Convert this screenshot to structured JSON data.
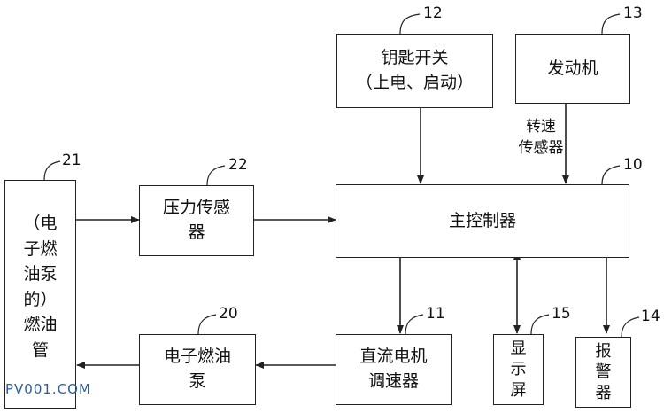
{
  "blocks": {
    "main_controller": {
      "ref": "10",
      "label": "主控制器"
    },
    "dc_motor_governor": {
      "ref": "11",
      "lines": [
        "直流电机",
        "调速器"
      ]
    },
    "key_switch": {
      "ref": "12",
      "lines": [
        "钥匙开关",
        "（上电、启动）"
      ]
    },
    "engine": {
      "ref": "13",
      "label": "发动机"
    },
    "alarm": {
      "ref": "14",
      "lines": [
        "报",
        "警",
        "器"
      ]
    },
    "display": {
      "ref": "15",
      "lines": [
        "显",
        "示",
        "屏"
      ]
    },
    "electronic_fuel_pump": {
      "ref": "20",
      "lines": [
        "电子燃油",
        "泵"
      ]
    },
    "fuel_pipe": {
      "ref": "21",
      "lines": [
        "（电",
        "子燃",
        "油泵",
        "的）",
        "燃油",
        "管"
      ]
    },
    "pressure_sensor": {
      "ref": "22",
      "lines": [
        "压力传感",
        "器"
      ]
    }
  },
  "labels": {
    "speed_sensor": [
      "转速",
      "传感器"
    ]
  },
  "watermark": "PV001.COM",
  "colors": {
    "line": "#222222",
    "watermark": "#2a5d9f"
  }
}
